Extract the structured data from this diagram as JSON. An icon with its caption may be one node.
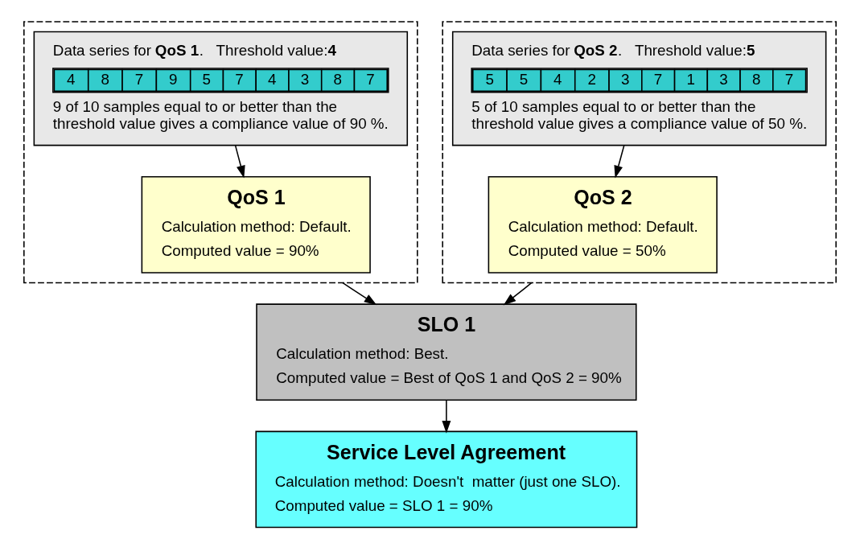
{
  "diagram": {
    "nodes": [
      {
        "text": [],
        "shape": "box"
      },
      {
        "text": [
          "Data series for **QoS 1**.   Threshold value:**4**",
          "4",
          "8",
          "7",
          "9",
          "5",
          "7",
          "4",
          "3",
          "8",
          "7",
          "9 of 10 samples equal to or better than the threshold value gives a compliance value of 90 %."
        ],
        "in": 0
      },
      {
        "text": [
          "QoS 1",
          "Calculation method: Default.",
          "Computed value = 90%"
        ],
        "in": 0
      },
      {
        "text": [],
        "shape": "box"
      },
      {
        "text": [
          "Data series for **QoS 2**.   Threshold value:**5**",
          "5",
          "5",
          "4",
          "2",
          "3",
          "7",
          "1",
          "3",
          "8",
          "7",
          "5 of 10 samples equal to or better than the threshold value gives a compliance value of 50 %."
        ],
        "in": 3
      },
      {
        "text": [
          "QoS 2",
          "Calculation method: Default.",
          "Computed value = 50%"
        ],
        "in": 3
      },
      {
        "text": [
          "SLO 1",
          "Calculation method: Best.",
          "Computed value = Best of QoS 1 and QoS 2 = 90%"
        ]
      },
      {
        "text": [
          "Service Level Agreement",
          "Calculation method: Doesn't  matter (just one SLO).",
          "Computed value = SLO 1 = 90%"
        ]
      }
    ],
    "edges": [
      {
        "from": 1,
        "to": 2,
        "arrow": "to"
      },
      {
        "from": 4,
        "to": 5,
        "arrow": "to"
      },
      {
        "from": 0,
        "to": 6,
        "arrow": "to"
      },
      {
        "from": 3,
        "to": 6,
        "arrow": "to"
      },
      {
        "from": 6,
        "to": 7,
        "arrow": "to"
      }
    ]
  }
}
